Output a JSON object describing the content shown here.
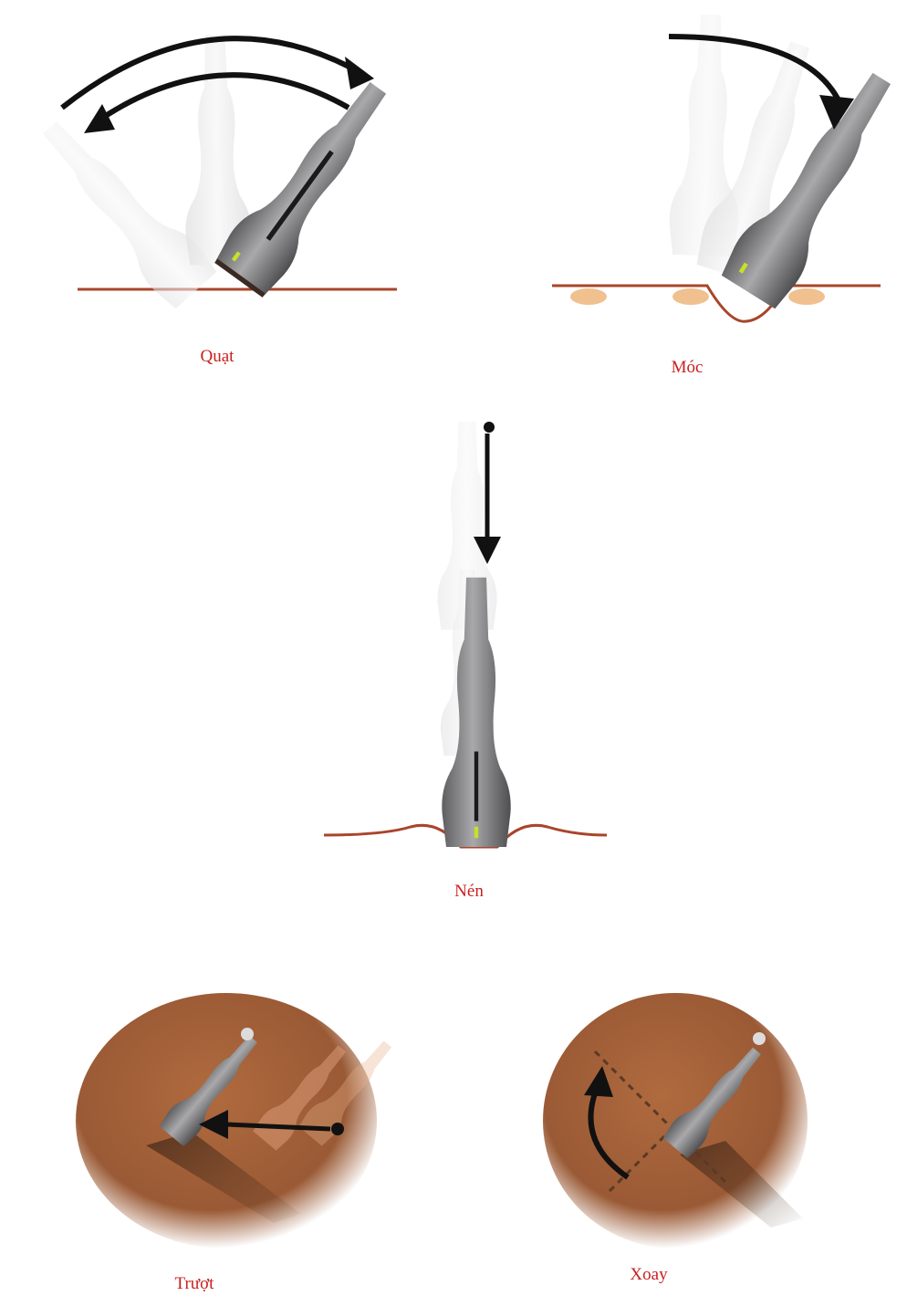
{
  "panels": {
    "fan": {
      "caption": "Quạt"
    },
    "rock": {
      "caption": "Móc"
    },
    "compress": {
      "caption": "Nén"
    },
    "slide": {
      "caption": "Trượt"
    },
    "rotate": {
      "caption": "Xoay"
    }
  },
  "colors": {
    "caption": "#c8201e",
    "skin_line": "#a9452a",
    "arrow": "#111111",
    "probe_body": "#7d7d7f",
    "probe_ghost": "#e6e6e6",
    "fat_blob": "#f0c08f",
    "skin_surface": "#a65a36",
    "indicator": "#c9e028"
  },
  "icons": [
    "arc-arrow-icon",
    "down-arrow-icon",
    "left-arrow-icon",
    "curved-arrow-icon"
  ]
}
